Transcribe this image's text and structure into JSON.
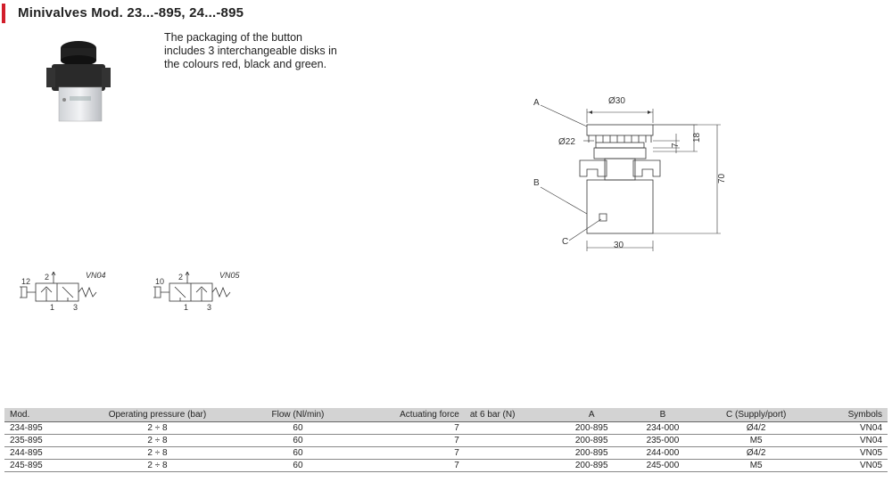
{
  "header": {
    "title": "Minivalves Mod. 23...-895, 24...-895",
    "accent_color": "#d21e2b"
  },
  "description": {
    "lines": [
      "The packaging of the button",
      "includes 3 interchangeable disks in",
      "the colours red, black and green."
    ]
  },
  "drawing": {
    "label_a": "A",
    "label_b": "B",
    "label_c": "C",
    "dim_top": "Ø30",
    "dim_inner": "Ø22",
    "dim_bottom": "30",
    "dim_7": "7",
    "dim_18": "18",
    "dim_70": "70"
  },
  "symbols": [
    {
      "code": "VN04",
      "port_left": "12",
      "port_top": "2",
      "port_bottom_1": "1",
      "port_bottom_3": "3"
    },
    {
      "code": "VN05",
      "port_left": "10",
      "port_top": "2",
      "port_bottom_1": "1",
      "port_bottom_3": "3"
    }
  ],
  "table": {
    "headers": {
      "mod": "Mod.",
      "pressure": "Operating pressure (bar)",
      "flow": "Flow (Nl/min)",
      "force": "Actuating force",
      "at6": "at 6 bar (N)",
      "a": "A",
      "b": "B",
      "c": "C (Supply/port)",
      "symbols": "Symbols"
    },
    "rows": [
      {
        "mod": "234-895",
        "pressure": "2 ÷ 8",
        "flow": "60",
        "force": "7",
        "a": "200-895",
        "b": "234-000",
        "c": "Ø4/2",
        "symbols": "VN04"
      },
      {
        "mod": "235-895",
        "pressure": "2 ÷ 8",
        "flow": "60",
        "force": "7",
        "a": "200-895",
        "b": "235-000",
        "c": "M5",
        "symbols": "VN04"
      },
      {
        "mod": "244-895",
        "pressure": "2 ÷ 8",
        "flow": "60",
        "force": "7",
        "a": "200-895",
        "b": "244-000",
        "c": "Ø4/2",
        "symbols": "VN05"
      },
      {
        "mod": "245-895",
        "pressure": "2 ÷ 8",
        "flow": "60",
        "force": "7",
        "a": "200-895",
        "b": "245-000",
        "c": "M5",
        "symbols": "VN05"
      }
    ]
  }
}
